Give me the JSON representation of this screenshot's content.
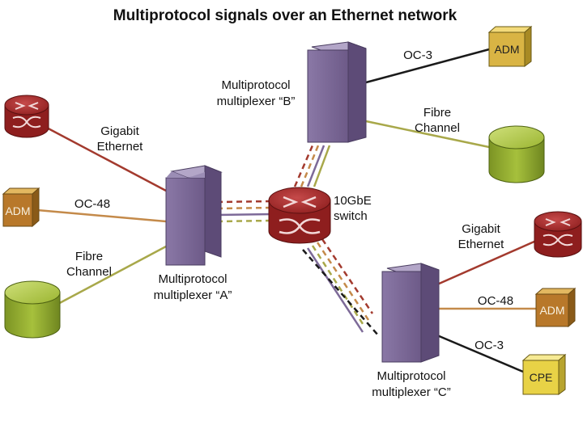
{
  "title": "Multiprotocol signals over an Ethernet network",
  "colors": {
    "gigabit_ethernet": "#a33a2e",
    "oc48": "#c48a4a",
    "fibre_channel": "#a8a84a",
    "oc3": "#1a1a1a",
    "multiplexer": "#7d6a98",
    "router": "#a32626",
    "adm": "#d4a73c",
    "cpe": "#e8d246",
    "storage": "#8fa82e"
  },
  "switch": {
    "label_line1": "10GbE",
    "label_line2": "switch"
  },
  "mux_a": {
    "line1": "Multiprotocol",
    "line2": "multiplexer “A”"
  },
  "mux_b": {
    "line1": "Multiprotocol",
    "line2": "multiplexer “B”"
  },
  "mux_c": {
    "line1": "Multiprotocol",
    "line2": "multiplexer “C”"
  },
  "left": {
    "gige_line1": "Gigabit",
    "gige_line2": "Ethernet",
    "oc48": "OC-48",
    "adm": "ADM",
    "fc_line1": "Fibre",
    "fc_line2": "Channel"
  },
  "top_right": {
    "oc3": "OC-3",
    "adm": "ADM",
    "fc_line1": "Fibre",
    "fc_line2": "Channel"
  },
  "bottom_right": {
    "gige_line1": "Gigabit",
    "gige_line2": "Ethernet",
    "oc48": "OC-48",
    "adm": "ADM",
    "oc3": "OC-3",
    "cpe": "CPE"
  }
}
